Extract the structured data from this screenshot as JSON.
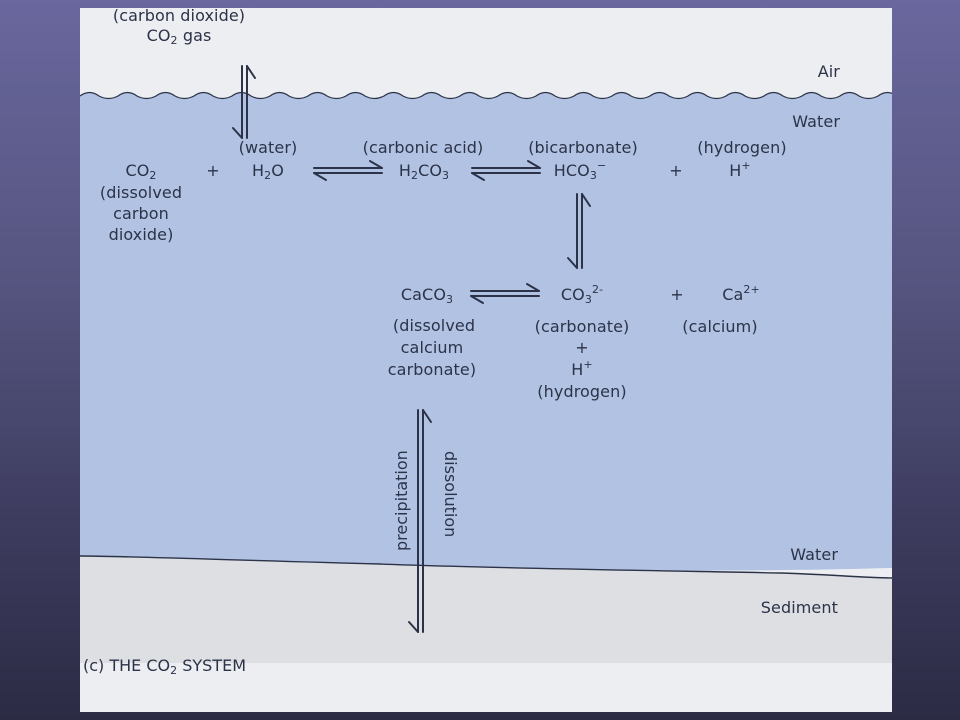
{
  "figure": {
    "caption_prefix": "(c) THE CO",
    "caption_sub": "2",
    "caption_suffix": " SYSTEM",
    "colors": {
      "air": "#eceef2",
      "water": "#b1c2e3",
      "sediment": "#dedfe3",
      "ink": "#2c3348",
      "slide_bg_top": "#69679d",
      "slide_bg_bottom": "#2c2b44"
    }
  },
  "zones": {
    "air": "Air",
    "water_top": "Water",
    "water_bottom": "Water",
    "sediment": "Sediment"
  },
  "gas": {
    "name": "(carbon dioxide)",
    "formula_main": "CO",
    "formula_sub": "2",
    "formula_suffix": " gas"
  },
  "species": {
    "co2": {
      "main": "CO",
      "sub": "2",
      "desc": [
        "(dissolved",
        "carbon",
        "dioxide)"
      ]
    },
    "plus1": "+",
    "h2o": {
      "name": "(water)",
      "pre": "H",
      "sub": "2",
      "post": "O"
    },
    "h2co3": {
      "name": "(carbonic acid)",
      "pre": "H",
      "sub1": "2",
      "mid": "CO",
      "sub2": "3"
    },
    "hco3": {
      "name": "(bicarbonate)",
      "main": "HCO",
      "sub": "3",
      "sup": "−"
    },
    "plus2": "+",
    "h_plus_top": {
      "name": "(hydrogen)",
      "main": "H",
      "sup": "+"
    },
    "caco3": {
      "main": "CaCO",
      "sub": "3",
      "desc": [
        "(dissolved",
        "calcium",
        "carbonate)"
      ]
    },
    "co3": {
      "main": "CO",
      "sub": "3",
      "sup": "2-",
      "desc": "(carbonate)",
      "plus": "+",
      "h_main": "H",
      "h_sup": "+",
      "h_desc": "(hydrogen)"
    },
    "plus3": "+",
    "ca": {
      "main": "Ca",
      "sup": "2+",
      "desc": "(calcium)"
    }
  },
  "processes": {
    "precipitation": "precipitation",
    "dissolution": "dissolution"
  }
}
